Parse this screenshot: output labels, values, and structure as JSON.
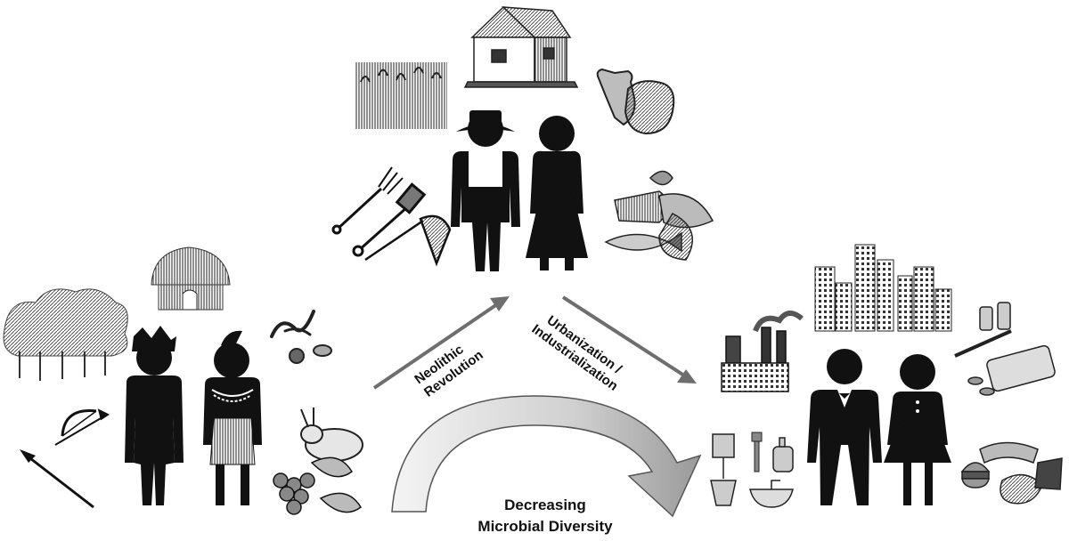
{
  "labels": {
    "neolithic_line1": "Neolithic",
    "neolithic_line2": "Revolution",
    "urban_line1": "Urbanization /",
    "urban_line2": "Industrialization",
    "diversity_line1": "Decreasing",
    "diversity_line2": "Microbial Diversity"
  },
  "stages": [
    {
      "id": "hunter-gatherers",
      "icons": [
        "forest-icon",
        "thatched-hut-icon",
        "worms-icon",
        "bow-arrow-icon",
        "spear-icon",
        "rabbit-icon",
        "berries-icon"
      ]
    },
    {
      "id": "farmers",
      "icons": [
        "farmhouse-icon",
        "wheat-field-icon",
        "cattle-icon",
        "pitchfork-icon",
        "shovel-icon",
        "net-icon",
        "vegetables-fish-icon"
      ]
    },
    {
      "id": "urban",
      "icons": [
        "skyscrapers-icon",
        "factory-icon",
        "medicine-icon",
        "toilet-icon",
        "toothbrush-icon",
        "soap-icon",
        "sink-icon",
        "fast-food-icon"
      ]
    }
  ],
  "colors": {
    "silhouette": "#111111",
    "arrow": "#6e6e6e",
    "curved_arrow_light": "#f2f2f2",
    "curved_arrow_dark": "#a8a8a8"
  }
}
